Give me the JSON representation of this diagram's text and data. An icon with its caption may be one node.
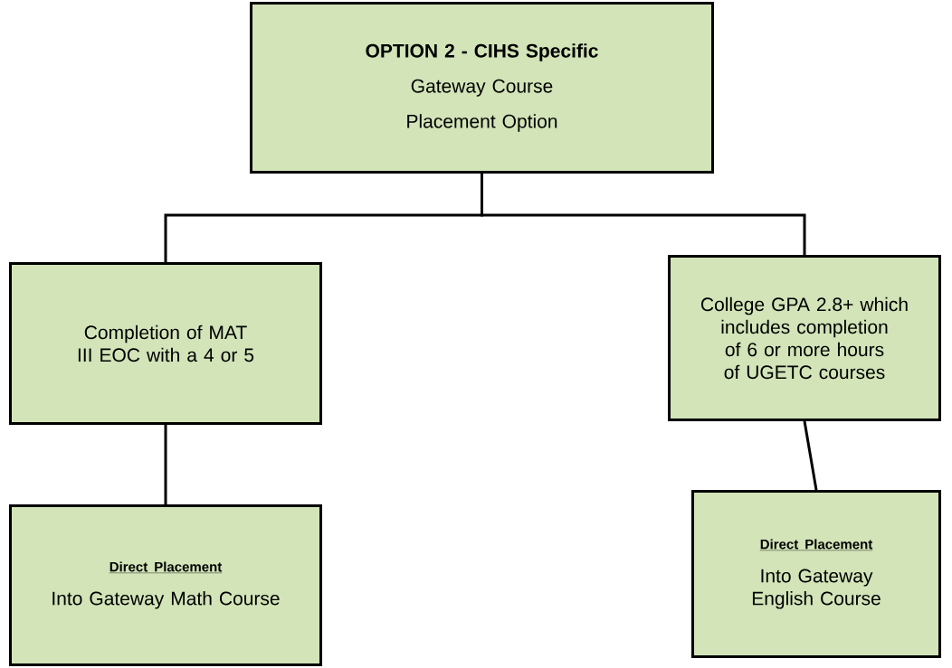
{
  "diagram": {
    "nodes": [
      {
        "text": [
          "OPTION 2 - CIHS Specific",
          "Gateway Course",
          "Placement Option"
        ]
      },
      {
        "text": [
          "Completion of MAT III EOC with a 4 or 5"
        ]
      },
      {
        "text": [
          "College GPA 2.8+ which includes completion of 6 or more hours of UGETC courses"
        ]
      },
      {
        "text": [
          "Direct Placement",
          "Into Gateway Math Course"
        ]
      },
      {
        "text": [
          "Direct Placement",
          "Into Gateway English Course"
        ]
      }
    ],
    "edges": [
      {
        "from": 0,
        "to": 1,
        "arrow": "none"
      },
      {
        "from": 0,
        "to": 2,
        "arrow": "none"
      },
      {
        "from": 1,
        "to": 3,
        "arrow": "none"
      },
      {
        "from": 2,
        "to": 4,
        "arrow": "none"
      }
    ]
  }
}
